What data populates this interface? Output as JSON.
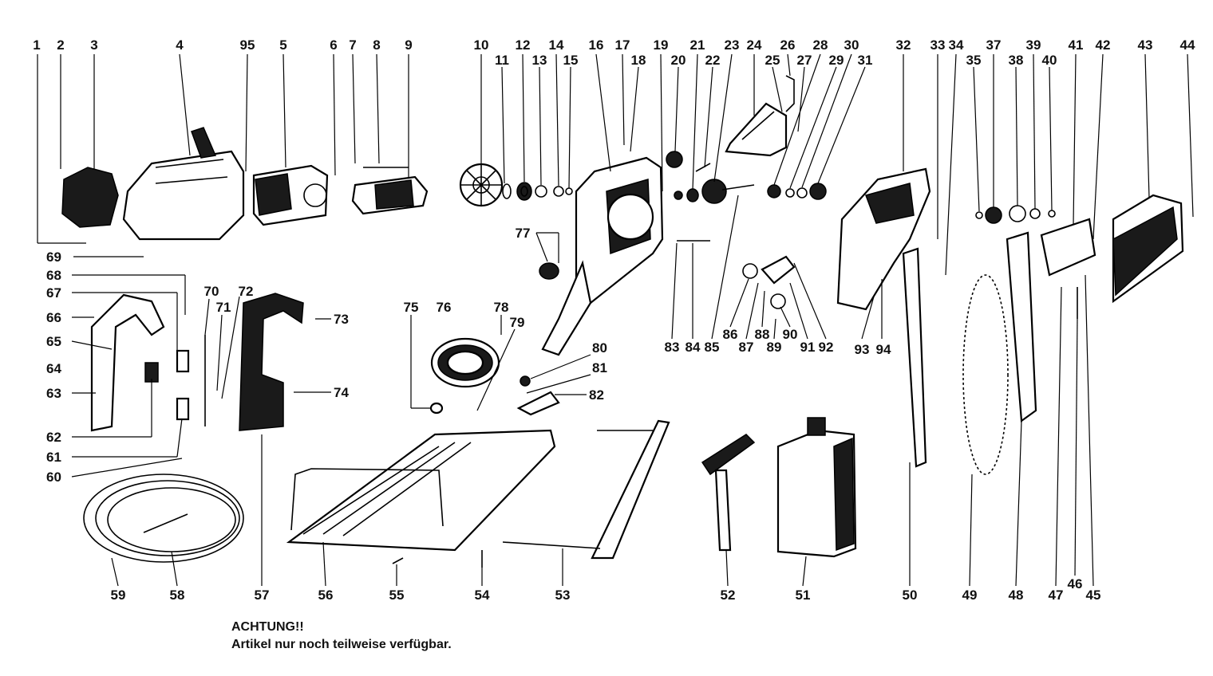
{
  "notice": {
    "title": "ACHTUNG!!",
    "text": "Artikel nur noch teilweise verfügbar."
  },
  "callouts": [
    "1",
    "2",
    "3",
    "4",
    "95",
    "5",
    "6",
    "7",
    "8",
    "9",
    "10",
    "11",
    "12",
    "13",
    "14",
    "15",
    "16",
    "17",
    "18",
    "19",
    "20",
    "21",
    "22",
    "23",
    "24",
    "25",
    "26",
    "27",
    "28",
    "29",
    "30",
    "31",
    "32",
    "33",
    "34",
    "35",
    "37",
    "38",
    "39",
    "40",
    "41",
    "42",
    "43",
    "44",
    "69",
    "68",
    "67",
    "66",
    "65",
    "64",
    "63",
    "62",
    "61",
    "60",
    "70",
    "71",
    "72",
    "73",
    "74",
    "75",
    "76",
    "77",
    "78",
    "79",
    "80",
    "81",
    "82",
    "83",
    "84",
    "85",
    "86",
    "87",
    "88",
    "89",
    "90",
    "91",
    "92",
    "93",
    "94",
    "45",
    "46",
    "47",
    "48",
    "49",
    "50",
    "51",
    "52",
    "53",
    "54",
    "55",
    "56",
    "57",
    "58",
    "59"
  ]
}
